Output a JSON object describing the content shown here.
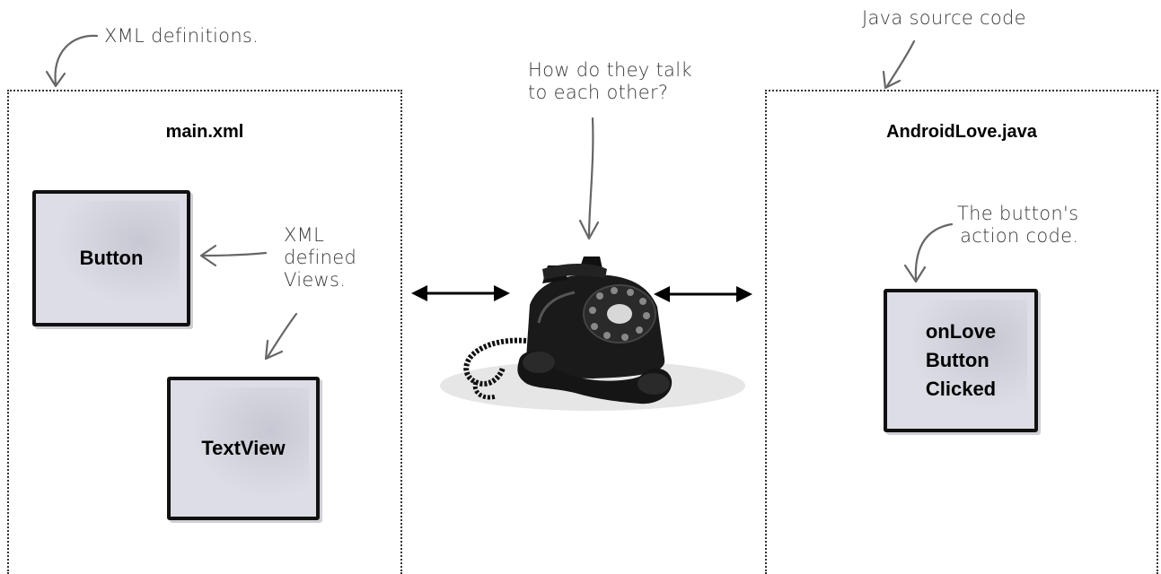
{
  "annotations": {
    "xml_definitions": "XML definitions.",
    "java_source_code": "Java source code",
    "how_talk_line1": "How do they talk",
    "how_talk_line2": "to each other?",
    "xml_views_line1": "XML",
    "xml_views_line2": "defined",
    "xml_views_line3": "Views.",
    "button_action_line1": "The button's",
    "button_action_line2": "action code."
  },
  "left_panel": {
    "title": "main.xml",
    "button_box": "Button",
    "textview_box": "TextView"
  },
  "right_panel": {
    "title": "AndroidLove.java",
    "method_line1": "onLove",
    "method_line2": "Button",
    "method_line3": "Clicked"
  },
  "center": {
    "image": "rotary-telephone-icon"
  }
}
